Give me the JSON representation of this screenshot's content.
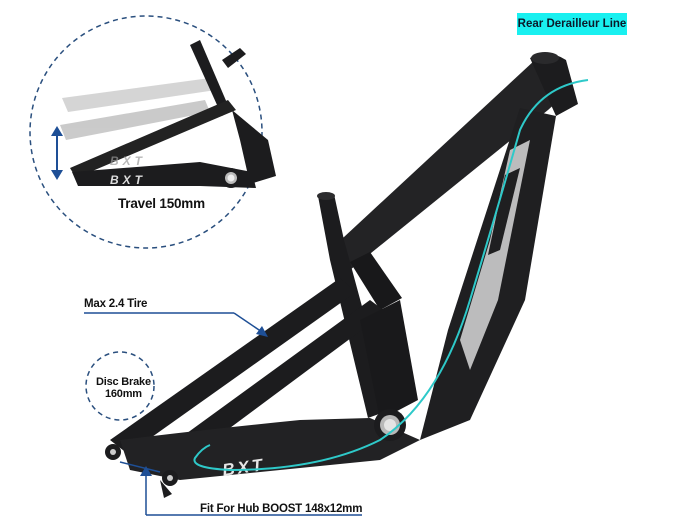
{
  "labels": {
    "rear_derailleur": "Rear Derailleur Line",
    "travel": "Travel 150mm",
    "max_tire": "Max 2.4 Tire",
    "disc_brake_line1": "Disc Brake",
    "disc_brake_line2": "160mm",
    "hub": "Fit For Hub BOOST 148x12mm"
  },
  "brand": {
    "logo_text": "BXT"
  },
  "colors": {
    "badge_bg": "#19f0f0",
    "callout_blue": "#1e4f96",
    "cable_teal": "#2ec9c9",
    "frame_black": "#1c1c1e"
  }
}
